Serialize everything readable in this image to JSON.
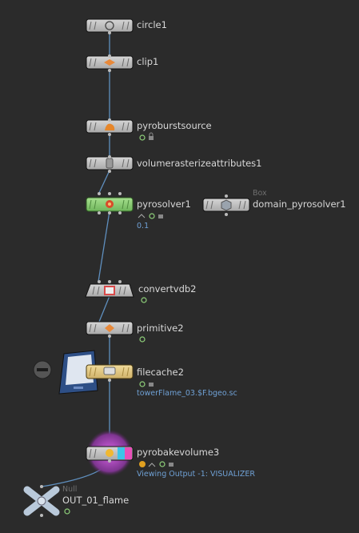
{
  "network": {
    "nodes": [
      {
        "id": "circle1",
        "label": "circle1",
        "icon": "circle-icon"
      },
      {
        "id": "clip1",
        "label": "clip1",
        "icon": "clip-icon"
      },
      {
        "id": "pyroburstsource",
        "label": "pyroburstsource",
        "icon": "pyroburst-icon"
      },
      {
        "id": "volumerasterizeattributes1",
        "label": "volumerasterizeattributes1",
        "icon": "rasterize-icon"
      },
      {
        "id": "pyrosolver1",
        "label": "pyrosolver1",
        "icon": "pyrosolver-icon",
        "info": "0.1"
      },
      {
        "id": "domain_pyrosolver1",
        "label": "domain_pyrosolver1",
        "icon": "box-icon",
        "type_label": "Box"
      },
      {
        "id": "convertvdb2",
        "label": "convertvdb2",
        "icon": "vdb-icon"
      },
      {
        "id": "primitive2",
        "label": "primitive2",
        "icon": "primitive-icon"
      },
      {
        "id": "filecache2",
        "label": "filecache2",
        "icon": "filecache-icon",
        "info": "towerFlame_03.$F.bgeo.sc"
      },
      {
        "id": "pyrobakevolume3",
        "label": "pyrobakevolume3",
        "icon": "pyrobake-icon",
        "info": "Viewing Output -1: VISUALIZER"
      },
      {
        "id": "out_01_flame",
        "label": "OUT_01_flame",
        "icon": "null-icon",
        "type_label": "Null"
      }
    ],
    "colors": {
      "background": "#2b2b2b",
      "wire": "#5f8fbe",
      "node_body": "#c8c8c8",
      "solver_body": "#8fd07a",
      "filecache_body": "#e8cf86",
      "pyrobake_halo": "#8a3d9a",
      "info_text": "#6fa0d4"
    }
  }
}
